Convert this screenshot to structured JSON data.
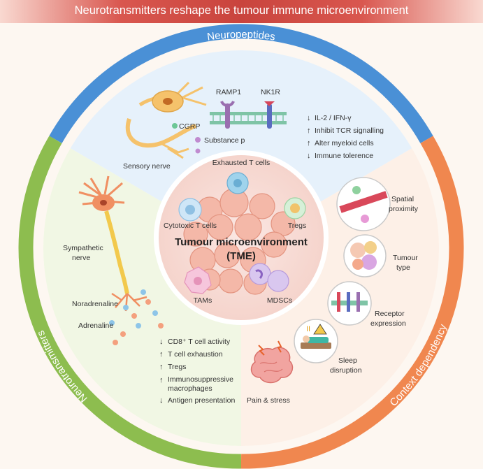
{
  "title": "Neurotransmitters reshape the tumour immune microenvironment",
  "ring_labels": {
    "top": "Neuropeptides",
    "left": "Neurotransmitters",
    "right": "Context dependency"
  },
  "neuropeptides": {
    "receptor_1": "RAMP1",
    "receptor_2": "NK1R",
    "ligand_1": "CGRP",
    "ligand_2": "Substance p",
    "nerve": "Sensory nerve",
    "effects": [
      {
        "arrow": "down",
        "text": "IL-2 / IFN-γ"
      },
      {
        "arrow": "up",
        "text": "Inhibit TCR signalling"
      },
      {
        "arrow": "up",
        "text": "Alter myeloid cells"
      },
      {
        "arrow": "down",
        "text": "Immune tolerence"
      }
    ]
  },
  "neurotransmitters": {
    "nerve_line1": "Sympathetic",
    "nerve_line2": "nerve",
    "ligand_1": "Noradrenaline",
    "ligand_2": "Adrenaline",
    "effects": [
      {
        "arrow": "down",
        "line1": "CD8⁺ T cell activity",
        "line2": ""
      },
      {
        "arrow": "up",
        "line1": "T cell exhaustion",
        "line2": ""
      },
      {
        "arrow": "up",
        "line1": "Tregs",
        "line2": ""
      },
      {
        "arrow": "up",
        "line1": "Immunosuppressive",
        "line2": "macrophages"
      },
      {
        "arrow": "down",
        "line1": "Antigen presentation",
        "line2": ""
      }
    ]
  },
  "tme": {
    "title_line1": "Tumour microenvironment",
    "title_line2": "(TME)",
    "cells": {
      "exhausted": "Exhausted T cells",
      "cytotoxic": "Cytotoxic T cells",
      "tregs": "Tregs",
      "tams": "TAMs",
      "mdscs": "MDSCs"
    }
  },
  "context": {
    "items": [
      {
        "line1": "Spatial",
        "line2": "proximity"
      },
      {
        "line1": "Tumour",
        "line2": "type"
      },
      {
        "line1": "Receptor",
        "line2": "expression"
      },
      {
        "line1": "Sleep",
        "line2": "disruption"
      },
      {
        "line1": "Pain & stress",
        "line2": ""
      }
    ]
  },
  "colors": {
    "neuropeptides": "#4a90d6",
    "neurotransmitters": "#8dbd4f",
    "context": "#f0874f",
    "banner": "#c9443d"
  }
}
